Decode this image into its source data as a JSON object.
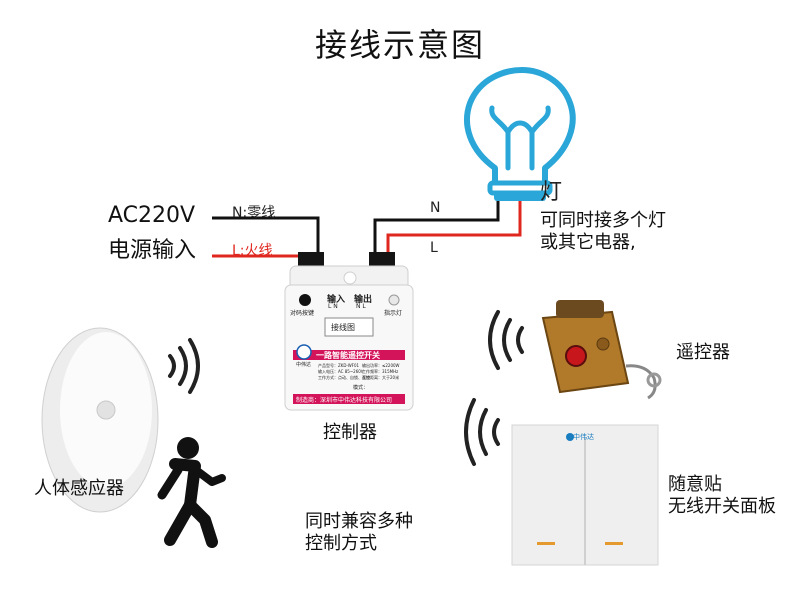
{
  "title": "接线示意图",
  "power": {
    "voltage": "AC220V",
    "label": "电源输入",
    "n_label": "N:零线",
    "l_label": "L:火线"
  },
  "load": {
    "n_mark": "N",
    "l_mark": "L",
    "lamp_label": "灯",
    "lamp_note_1": "可同时接多个灯",
    "lamp_note_2": "或其它电器,"
  },
  "controller": {
    "caption": "控制器",
    "btn_label": "对码按键",
    "in_label": "输入",
    "out_label": "输出",
    "in_pins": "L N",
    "out_pins": "N L",
    "indicator_label": "指示灯",
    "diagram_label": "接线图",
    "brand": "中伟达",
    "product_name": "一路智能遥控开关",
    "spec_1": "产品型号：ZKD-WF01",
    "spec_2": "输入电压：AC 85~260V",
    "spec_3": "工作方式：点动、自锁、互锁",
    "spec_4": "输出功率：≤2200W",
    "spec_5": "工作频率：315MHz",
    "spec_6": "遥控距离：大于20米",
    "manufacturer": "制造商：深圳市中伟达科技有限公司",
    "mode_label": "模式："
  },
  "remote": {
    "label": "遥控器"
  },
  "sensor": {
    "label": "人体感应器"
  },
  "panel": {
    "label_1": "随意贴",
    "label_2": "无线开关面板",
    "brand": "中伟达"
  },
  "compat": {
    "line_1": "同时兼容多种",
    "line_2": "控制方式"
  },
  "colors": {
    "live_wire": "#e0271f",
    "neutral_wire": "#111111",
    "lamp": "#2aa7d8",
    "accent": "#d4145a"
  }
}
